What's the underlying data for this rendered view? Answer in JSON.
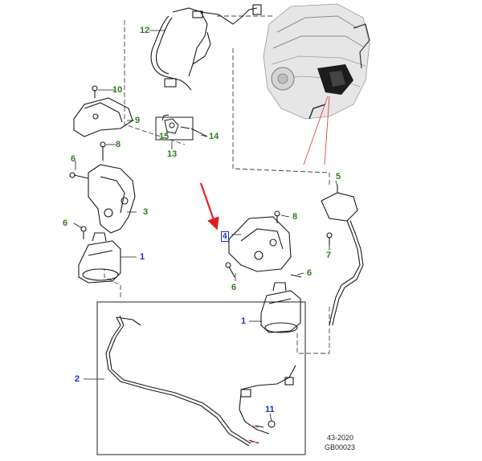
{
  "labels": {
    "l1_left": "1",
    "l1_center": "1",
    "l2": "2",
    "l3": "3",
    "l4": "4",
    "l5": "5",
    "l6_left_top": "6",
    "l6_left_bottom": "6",
    "l6_center": "6",
    "l6_right": "6",
    "l7": "7",
    "l8_left": "8",
    "l8_center": "8",
    "l9": "9",
    "l10": "10",
    "l11": "11",
    "l12": "12",
    "l13": "13",
    "l14": "14",
    "l15": "15"
  },
  "reference": {
    "date_code": "43-2020",
    "figure_code": "GB00023"
  },
  "colors": {
    "label_green": "#2e7d1e",
    "label_blue": "#1a2fc4",
    "arrow_red": "#e02020",
    "line_art": "#1a1a1a"
  }
}
